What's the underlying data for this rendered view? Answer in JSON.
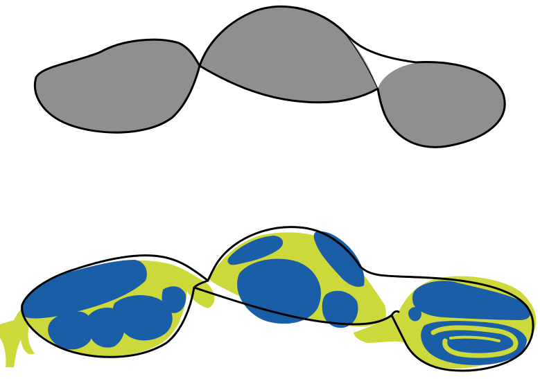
{
  "colors": {
    "background": "#ffffff",
    "gray_fill": "#8f8f8f",
    "outline": "#000000",
    "yellow": "#cdd93a",
    "blue": "#1a5ea8"
  },
  "panels": [
    {
      "id": "top",
      "description_icon": "gray-lobed-shape"
    },
    {
      "id": "bottom",
      "description_icon": "colored-lobed-shape"
    }
  ]
}
